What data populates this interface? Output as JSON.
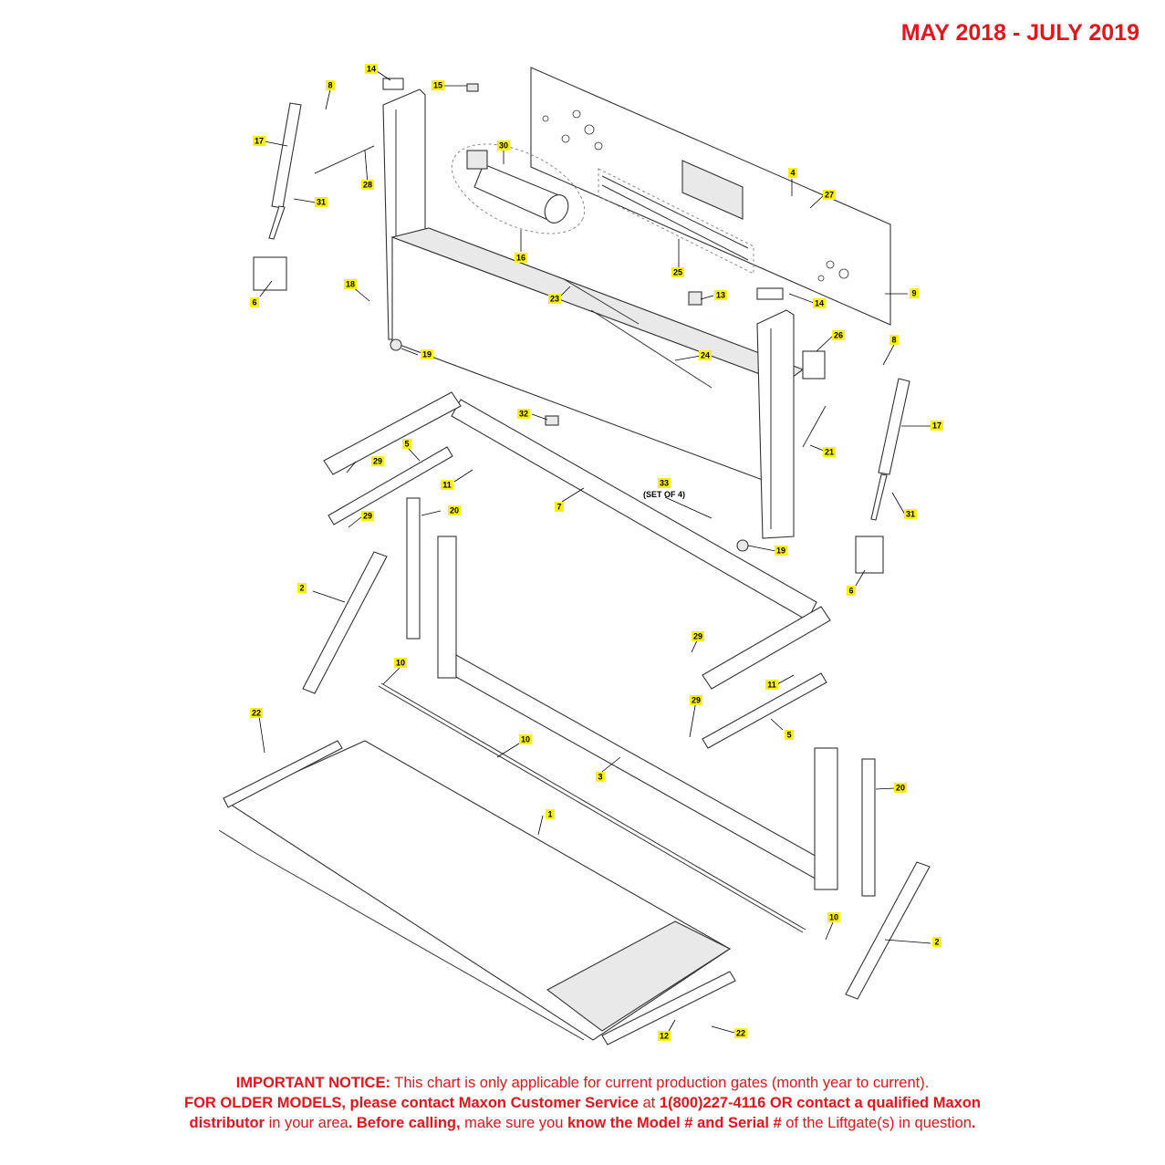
{
  "header": {
    "date_range": "MAY 2018 - JULY 2019"
  },
  "callouts": [
    {
      "num": "1"
    },
    {
      "num": "2"
    },
    {
      "num": "3"
    },
    {
      "num": "4"
    },
    {
      "num": "5"
    },
    {
      "num": "6"
    },
    {
      "num": "7"
    },
    {
      "num": "8"
    },
    {
      "num": "9"
    },
    {
      "num": "10"
    },
    {
      "num": "11"
    },
    {
      "num": "12"
    },
    {
      "num": "13"
    },
    {
      "num": "14"
    },
    {
      "num": "15"
    },
    {
      "num": "16"
    },
    {
      "num": "17"
    },
    {
      "num": "18"
    },
    {
      "num": "19"
    },
    {
      "num": "20"
    },
    {
      "num": "21"
    },
    {
      "num": "22"
    },
    {
      "num": "23"
    },
    {
      "num": "24"
    },
    {
      "num": "25"
    },
    {
      "num": "26"
    },
    {
      "num": "27"
    },
    {
      "num": "28"
    },
    {
      "num": "29"
    },
    {
      "num": "30"
    },
    {
      "num": "31"
    },
    {
      "num": "32"
    },
    {
      "num": "33"
    }
  ],
  "set_of_4": "(SET OF 4)",
  "notice": {
    "l1_bold": "IMPORTANT NOTICE:",
    "l1_rest": " This chart is only applicable for current production gates (month year to current).",
    "l2_bold": "FOR OLDER MODELS, please contact Maxon Customer Service",
    "l2_mid": " at ",
    "l2_bold2": "1(800)227-4116 OR contact a qualified Maxon",
    "l3_bold": "distributor",
    "l3_a": " in your area",
    "l3_bold2": ". Before calling,",
    "l3_b": " make sure you ",
    "l3_bold3": "know the Model # and Serial #",
    "l3_c": " of the Liftgate(s) in question",
    "l3_end": "."
  },
  "colors": {
    "accent": "#e8141b",
    "callout": "#fff200"
  }
}
